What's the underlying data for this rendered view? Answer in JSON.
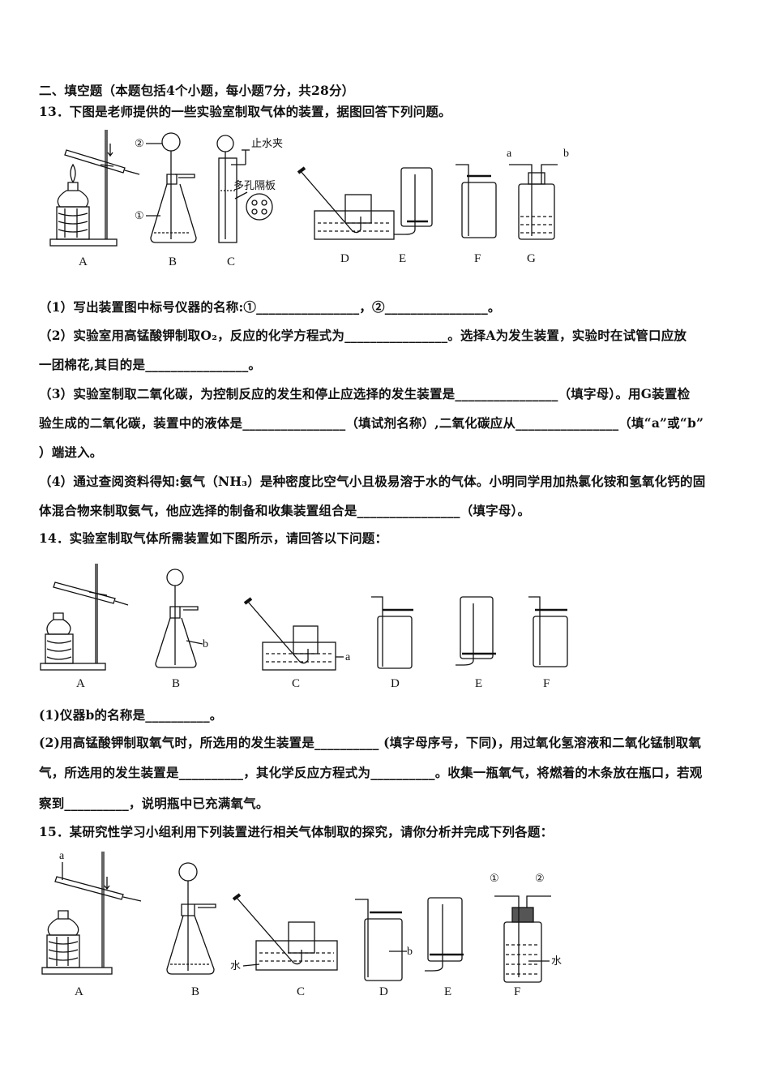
{
  "section": {
    "header": "二、填空题（本题包括4个小题，每小题7分，共28分）"
  },
  "q13": {
    "stem": "13．下图是老师提供的一些实验室制取气体的装置，据图回答下列问题。",
    "figure_labels": [
      "A",
      "B",
      "C",
      "D",
      "E",
      "F",
      "G"
    ],
    "annotations": {
      "mark2": "②",
      "mark1": "①",
      "clamp": "止水夹",
      "plate": "多孔隔板",
      "a": "a",
      "b": "b"
    },
    "p1": "（1）写出装置图中标号仪器的名称:①________________，②________________。",
    "p2a": "（2）实验室用高锰酸钾制取O₂，反应的化学方程式为________________。选择A为发生装置，实验时在试管口应放",
    "p2b": "一团棉花,其目的是________________。",
    "p3a": "（3）实验室制取二氧化碳，为控制反应的发生和停止应选择的发生装置是________________（填字母）。用G装置检",
    "p3b": "验生成的二氧化碳，装置中的液体是________________（填试剂名称）,二氧化碳应从________________（填“a”或“b”",
    "p3c": "）端进入。",
    "p4a": "（4）通过查阅资料得知:氨气（NH₃）是种密度比空气小且极易溶于水的气体。小明同学用加热氯化铵和氢氧化钙的固",
    "p4b": "体混合物来制取氨气，他应选择的制备和收集装置组合是________________（填字母）。"
  },
  "q14": {
    "stem": "14．实验室制取气体所需装置如下图所示，请回答以下问题：",
    "figure_labels": [
      "A",
      "B",
      "C",
      "D",
      "E",
      "F"
    ],
    "annotations": {
      "b": "b",
      "a": "a"
    },
    "p1": "(1)仪器b的名称是__________。",
    "p2a": "(2)用高锰酸钾制取氧气时，所选用的发生装置是__________ (填字母序号，下同)，用过氧化氢溶液和二氧化锰制取氧",
    "p2b": "气，所选用的发生装置是__________，其化学反应方程式为__________。收集一瓶氧气，将燃着的木条放在瓶口，若观",
    "p2c": "察到__________，说明瓶中已充满氧气。"
  },
  "q15": {
    "stem": "15．某研究性学习小组利用下列装置进行相关气体制取的探究，请你分析并完成下列各题：",
    "figure_labels": [
      "A",
      "B",
      "C",
      "D",
      "E",
      "F"
    ],
    "annotations": {
      "a": "a",
      "water1": "水",
      "b": "b",
      "m1": "①",
      "m2": "②",
      "water2": "水"
    }
  }
}
